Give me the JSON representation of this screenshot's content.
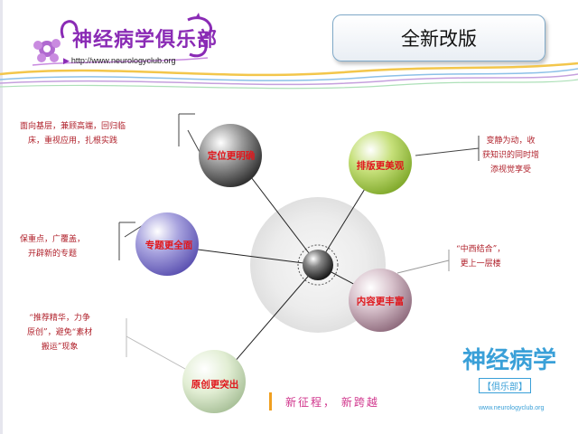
{
  "header": {
    "logo_title": "神经病学俱乐部",
    "logo_url": "http://www.neurologyclub.org",
    "slide_title": "全新改版"
  },
  "diagram": {
    "nodes": [
      {
        "id": "node-clear",
        "label": "定位更明确",
        "color": "gray"
      },
      {
        "id": "node-layout",
        "label": "排版更美观",
        "color": "green"
      },
      {
        "id": "node-topics",
        "label": "专题更全面",
        "color": "purple"
      },
      {
        "id": "node-content",
        "label": "内容更丰富",
        "color": "pink"
      },
      {
        "id": "node-original",
        "label": "原创更突出",
        "color": "light-green"
      }
    ],
    "descriptions": {
      "clear": [
        "面向基层，兼顾高端，回归临",
        "床，重视应用，扎根实践"
      ],
      "layout": [
        "变静为动，收",
        "获知识的同时增",
        "添视觉享受"
      ],
      "topics": [
        "保重点，广覆盖，",
        "开辟新的专题"
      ],
      "content": [
        "“中西结合”，",
        "更上一层楼"
      ],
      "original": [
        "“推荐精华，力争",
        "原创”，避免“素材",
        "搬运”现象"
      ]
    }
  },
  "footer": {
    "slogan": "新征程， 新跨越",
    "stamp_title": "神经病学",
    "stamp_sub": "【俱乐部】",
    "stamp_url": "www.neurologyclub.org"
  },
  "colors": {
    "accent_purple": "#8a2bb5",
    "label_red": "#e0171c",
    "desc_red": "#b0212b",
    "slogan_pink": "#d0358c",
    "stamp_blue": "#3aa0d8"
  }
}
